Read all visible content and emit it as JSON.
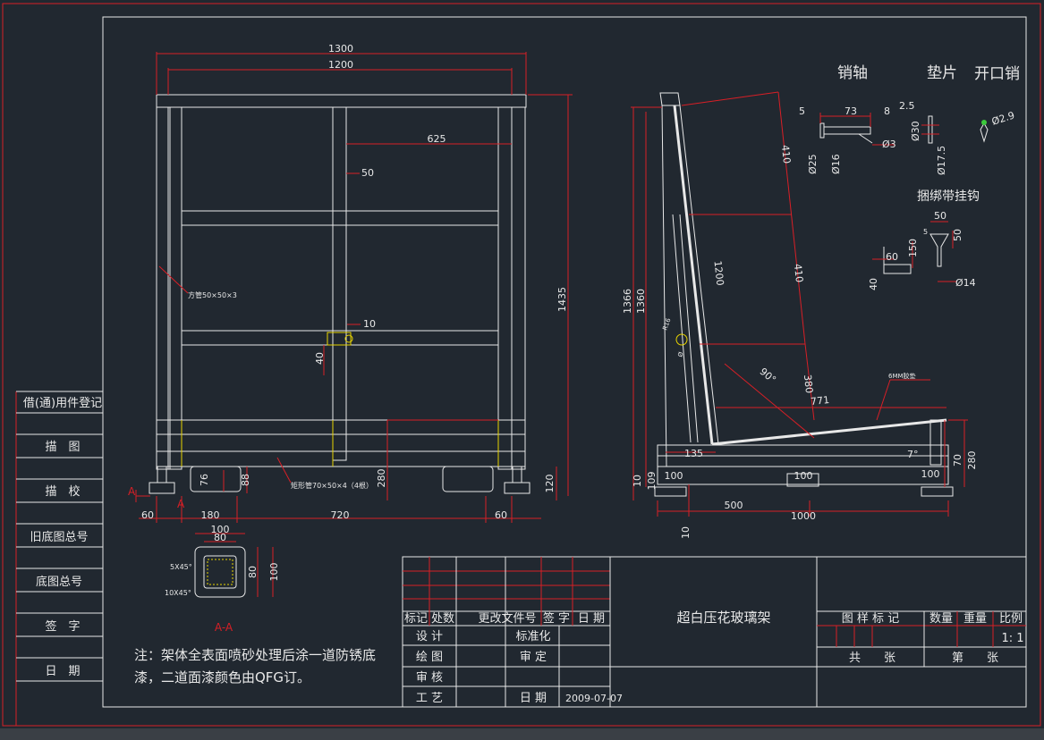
{
  "drawing": {
    "front_view": {
      "dims": {
        "overall_width": "1300",
        "inner_width": "1200",
        "half_span": "625",
        "post": "50",
        "hook_gap": "10",
        "hook_height": "40",
        "overall_height": "1435",
        "base_height": "280",
        "foot_height": "120",
        "slot_w": "76",
        "slot_h": "88",
        "foot_left": "60",
        "left_span": "180",
        "mid_span": "720",
        "foot_right": "60"
      },
      "callout_tube": "方管50×50×3",
      "callout_base": "矩形管70×50×4（4根）",
      "section_marker": "A"
    },
    "section_aa": {
      "title": "A-A",
      "outer": "100",
      "inner": "80",
      "side_outer": "100",
      "side_inner": "80",
      "chamfer_outer": "5X45°",
      "chamfer_inner": "10X45°"
    },
    "side_view": {
      "dims": {
        "upper_410": "410",
        "lower_410": "410",
        "back_1200": "1200",
        "height_1366": "1366",
        "height_1360": "1360",
        "angle_90": "90°",
        "seg_380": "380",
        "seg_771": "771",
        "pad_note": "6MM胶垫",
        "toe_135": "135",
        "angle_7": "7°",
        "base_70": "70",
        "base_280": "280",
        "foot_100_a": "100",
        "foot_100_b": "100",
        "foot_100_c": "100",
        "h_10": "10",
        "h_109": "109",
        "d_500": "500",
        "d_1000": "1000",
        "bottom_10": "10",
        "pin_r": "R16",
        "pin_d": "Ø"
      }
    },
    "parts": {
      "label_pin_shaft": "销轴",
      "label_washer": "垫片",
      "label_cotter": "开口销",
      "pin": {
        "d5": "5",
        "d73": "73",
        "d8": "8",
        "d25": "Ø25",
        "d16": "Ø16",
        "d3": "Ø3"
      },
      "washer": {
        "t": "2.5",
        "d30": "Ø30",
        "d175": "Ø17.5"
      },
      "cotter": {
        "d": "Ø2.9"
      },
      "hook_title": "捆绑带挂钩",
      "hook": {
        "w50": "50",
        "h50": "50",
        "r5": "5",
        "d60": "60",
        "d150": "150",
        "d40": "40",
        "d14": "Ø14"
      }
    }
  },
  "sidebar": {
    "rows": [
      "借(通)用件登记",
      "描　图",
      "描　校",
      "旧底图总号",
      "底图总号",
      "签　字",
      "日　期"
    ]
  },
  "notes": {
    "line1": "注：架体全表面喷砂处理后涂一道防锈底",
    "line2": "漆，二道面漆颜色由QFG订。"
  },
  "title_block": {
    "rev_headers": [
      "标记",
      "处数",
      "更改文件号",
      "签 字",
      "日 期"
    ],
    "left_rows": [
      "设 计",
      "绘 图",
      "审 核",
      "工 艺"
    ],
    "mid_rows": [
      "标准化",
      "审 定",
      "",
      "日 期"
    ],
    "date": "2009-07-07",
    "product_name": "超白压花玻璃架",
    "right_headers": [
      "图 样 标 记",
      "数量",
      "重量",
      "比例"
    ],
    "scale": "1: 1",
    "sheet_total": "共　　张",
    "sheet_num": "第　　张"
  },
  "colors": {
    "background": "#212830",
    "frame": "#d81f26",
    "line": "#e8e8e8",
    "hatch": "#e8d400"
  }
}
